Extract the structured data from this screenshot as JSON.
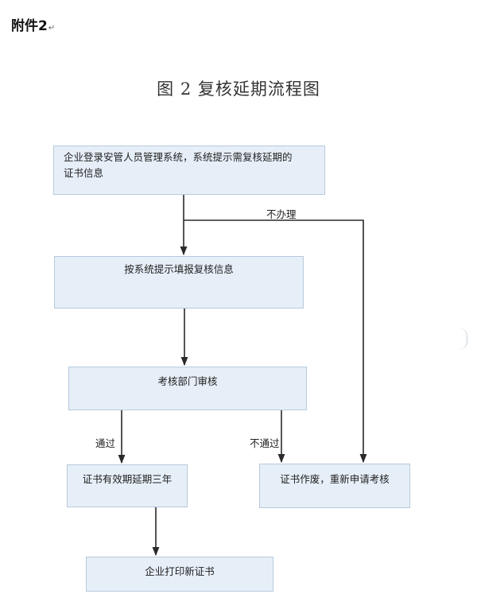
{
  "attachment_label": "附件2",
  "title": "图 2  复核延期流程图",
  "nodes": {
    "login_check": [
      "企业登录安管人员管理系统，系统提示需复核延期的",
      "证书信息"
    ],
    "fill_info": "按系统提示填报复核信息",
    "review": "考核部门审核",
    "extend": "证书有效期延期三年",
    "invalid": "证书作废，重新申请考核",
    "print": "企业打印新证书"
  },
  "edges": {
    "skip": "不办理",
    "pass": "通过",
    "fail": "不通过"
  }
}
